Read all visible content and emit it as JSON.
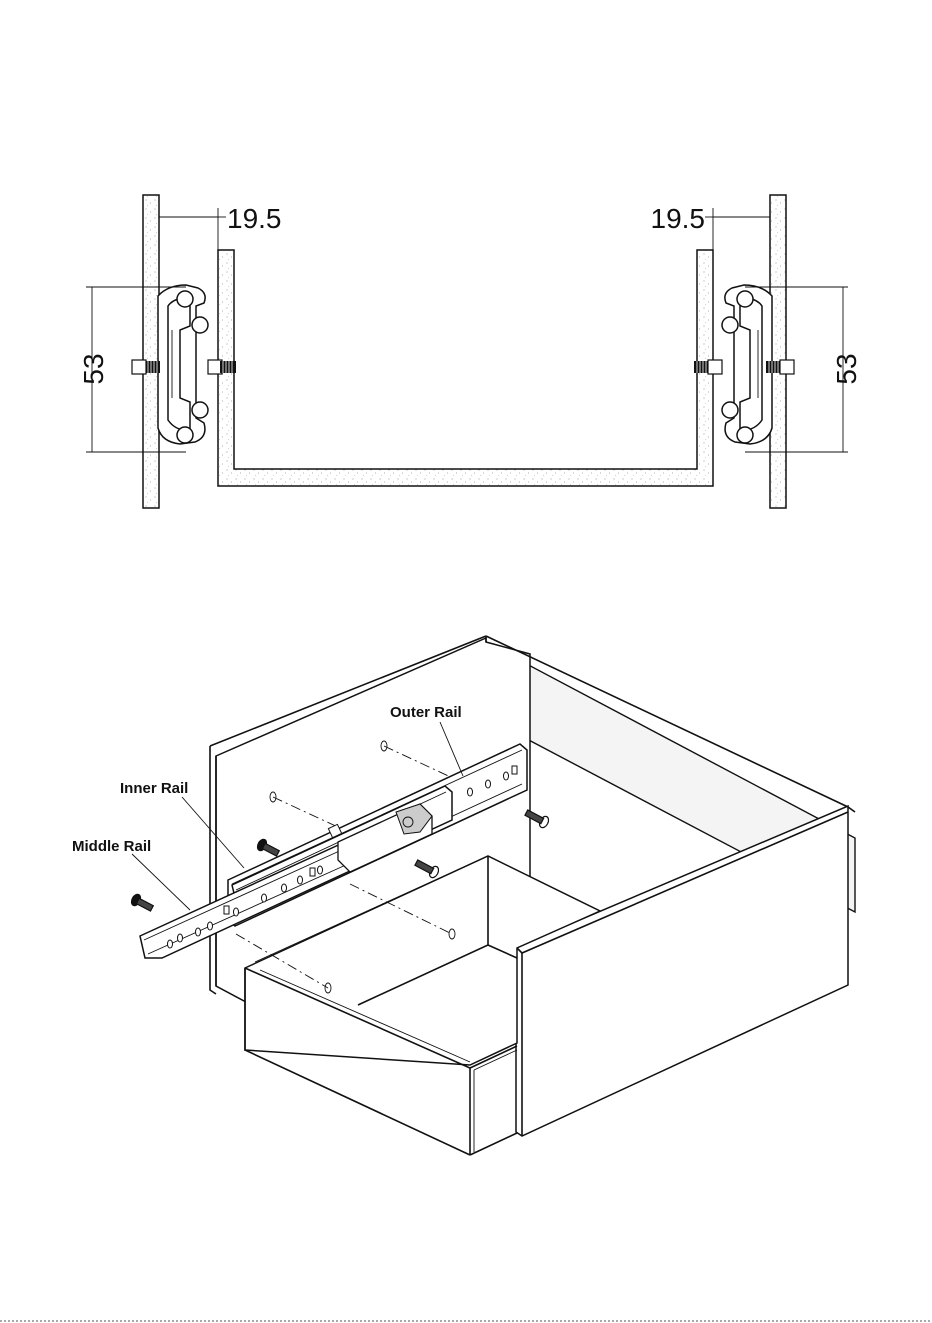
{
  "cross_section": {
    "dim_left_width": "19.5",
    "dim_right_width": "19.5",
    "dim_left_height": "53",
    "dim_right_height": "53"
  },
  "assembly": {
    "label_outer_rail": "Outer Rail",
    "label_inner_rail": "Inner Rail",
    "label_middle_rail": "Middle Rail"
  }
}
